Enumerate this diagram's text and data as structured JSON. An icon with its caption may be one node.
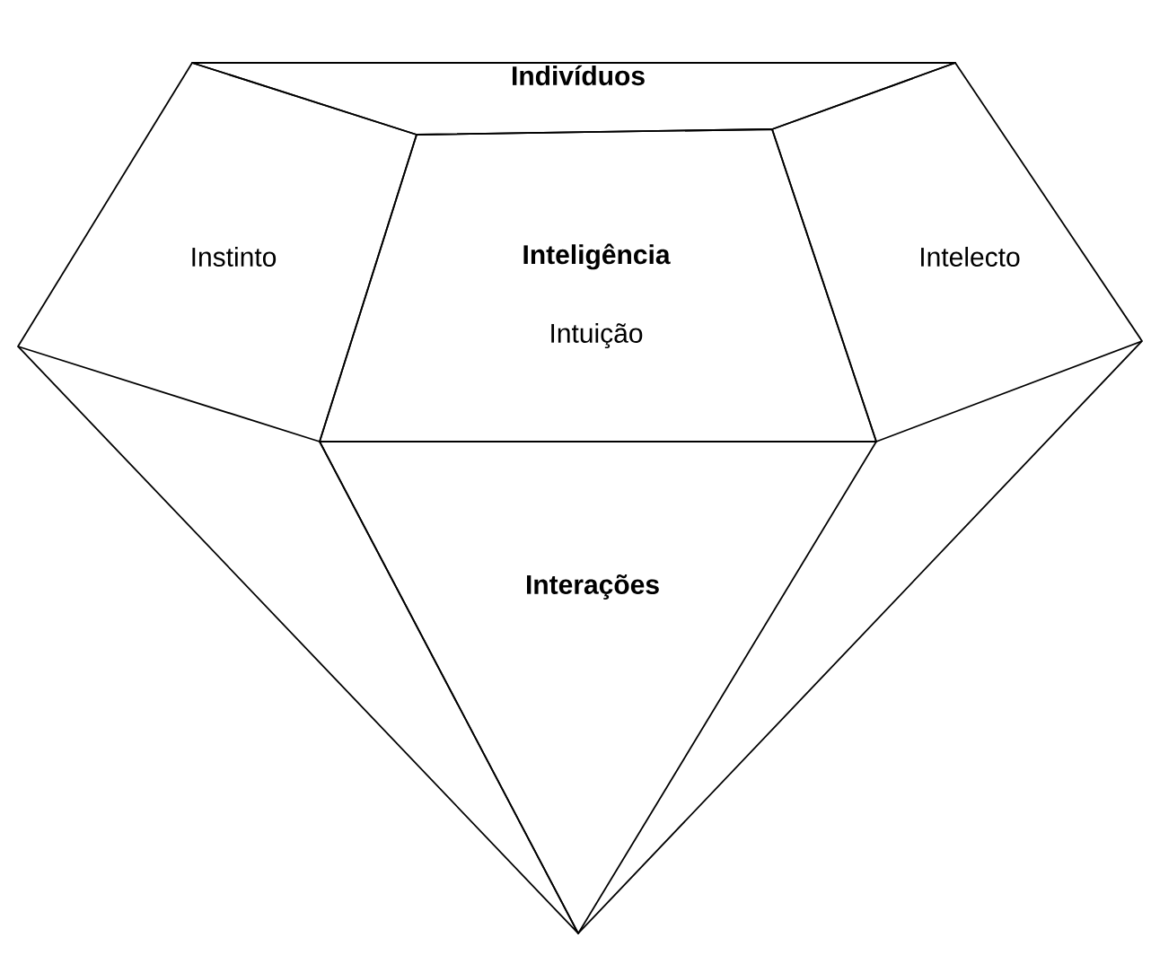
{
  "diagram": {
    "nodes": [
      {
        "text": [
          "Indivíduos"
        ]
      },
      {
        "text": [
          "Instinto"
        ]
      },
      {
        "text": [
          "Inteligência",
          "Intuição"
        ]
      },
      {
        "text": [
          "Intelecto"
        ]
      },
      {
        "text": [
          "Interações"
        ]
      }
    ]
  }
}
